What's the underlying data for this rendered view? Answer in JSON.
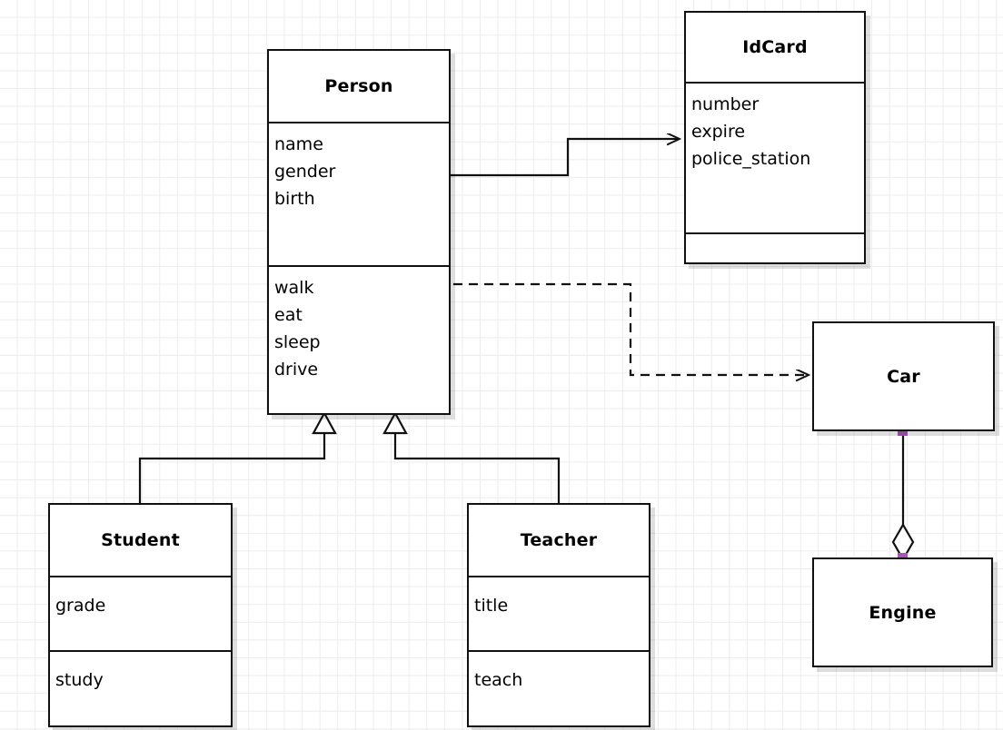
{
  "diagram": {
    "kind": "uml-class-diagram",
    "background": "#ffffff",
    "grid_color": "#ececec",
    "line_color": "#111111",
    "handle_color": "#a855b8"
  },
  "classes": {
    "person": {
      "name": "Person",
      "attributes": [
        "name",
        "gender",
        "birth"
      ],
      "operations": [
        "walk",
        "eat",
        "sleep",
        "drive"
      ]
    },
    "idcard": {
      "name": "IdCard",
      "attributes": [
        "number",
        "expire",
        "police_station"
      ],
      "operations": []
    },
    "student": {
      "name": "Student",
      "attributes": [
        "grade"
      ],
      "operations": [
        "study"
      ]
    },
    "teacher": {
      "name": "Teacher",
      "attributes": [
        "title"
      ],
      "operations": [
        "teach"
      ]
    },
    "car": {
      "name": "Car",
      "attributes": [],
      "operations": []
    },
    "engine": {
      "name": "Engine",
      "attributes": [],
      "operations": []
    }
  },
  "relationships": [
    {
      "id": "person-idcard",
      "type": "association",
      "from": "Person",
      "to": "IdCard",
      "arrow": "open"
    },
    {
      "id": "person-car",
      "type": "dependency",
      "from": "Person",
      "to": "Car",
      "arrow": "open",
      "line": "dashed"
    },
    {
      "id": "student-person",
      "type": "generalization",
      "from": "Student",
      "to": "Person",
      "arrow": "hollow-triangle"
    },
    {
      "id": "teacher-person",
      "type": "generalization",
      "from": "Teacher",
      "to": "Person",
      "arrow": "hollow-triangle"
    },
    {
      "id": "car-engine",
      "type": "aggregation",
      "from": "Car",
      "to": "Engine",
      "arrow": "hollow-diamond"
    }
  ]
}
